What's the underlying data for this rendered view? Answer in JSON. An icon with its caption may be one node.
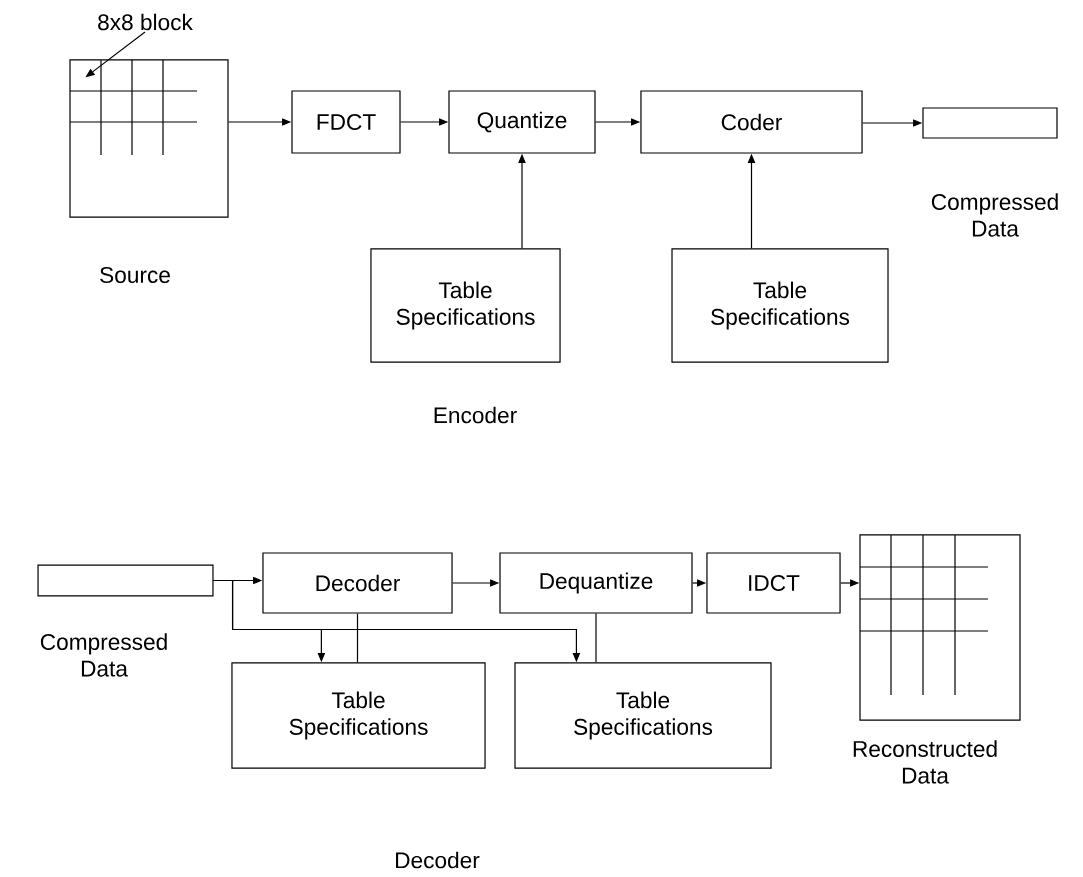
{
  "diagram": {
    "nodes": [
      {
        "text": [
          "8x8 block"
        ]
      },
      {
        "text": [],
        "shape": "box",
        "beside": [
          "Source"
        ]
      },
      {
        "text": [
          "FDCT"
        ]
      },
      {
        "text": [
          "Quantize"
        ]
      },
      {
        "text": [
          "Coder"
        ]
      },
      {
        "text": [],
        "shape": "bar",
        "beside": [
          "Compressed Data"
        ]
      },
      {
        "text": [
          "Table Specifications"
        ]
      },
      {
        "text": [
          "Table Specifications"
        ]
      },
      {
        "text": [],
        "shape": "bar",
        "beside": [
          "Compressed Data"
        ]
      },
      {
        "text": [
          "Decoder"
        ]
      },
      {
        "text": [
          "Dequantize"
        ]
      },
      {
        "text": [
          "IDCT"
        ]
      },
      {
        "text": [
          "Table Specifications"
        ]
      },
      {
        "text": [
          "Table Specifications"
        ]
      },
      {
        "text": [],
        "shape": "box",
        "beside": [
          "Reconstructed Data"
        ]
      }
    ],
    "edges": [
      {
        "from": 0,
        "to": 1,
        "arrow": "to"
      },
      {
        "from": 1,
        "to": 2,
        "arrow": "to"
      },
      {
        "from": 2,
        "to": 3,
        "arrow": "to"
      },
      {
        "from": 3,
        "to": 4,
        "arrow": "to"
      },
      {
        "from": 4,
        "to": 5,
        "arrow": "to"
      },
      {
        "from": 6,
        "to": 3,
        "arrow": "to"
      },
      {
        "from": 7,
        "to": 4,
        "arrow": "to"
      },
      {
        "from": 8,
        "to": 9,
        "arrow": "to"
      },
      {
        "from": 9,
        "to": 10,
        "arrow": "to"
      },
      {
        "from": 10,
        "to": 11,
        "arrow": "to"
      },
      {
        "from": 11,
        "to": 14,
        "arrow": "to"
      },
      {
        "from": 8,
        "to": 12,
        "arrow": "to"
      },
      {
        "from": 8,
        "to": 13,
        "arrow": "to"
      },
      {
        "from": 9,
        "to": 12,
        "arrow": "none"
      },
      {
        "from": 10,
        "to": 13,
        "arrow": "none"
      }
    ],
    "labels": [
      "Encoder",
      "Decoder"
    ]
  }
}
